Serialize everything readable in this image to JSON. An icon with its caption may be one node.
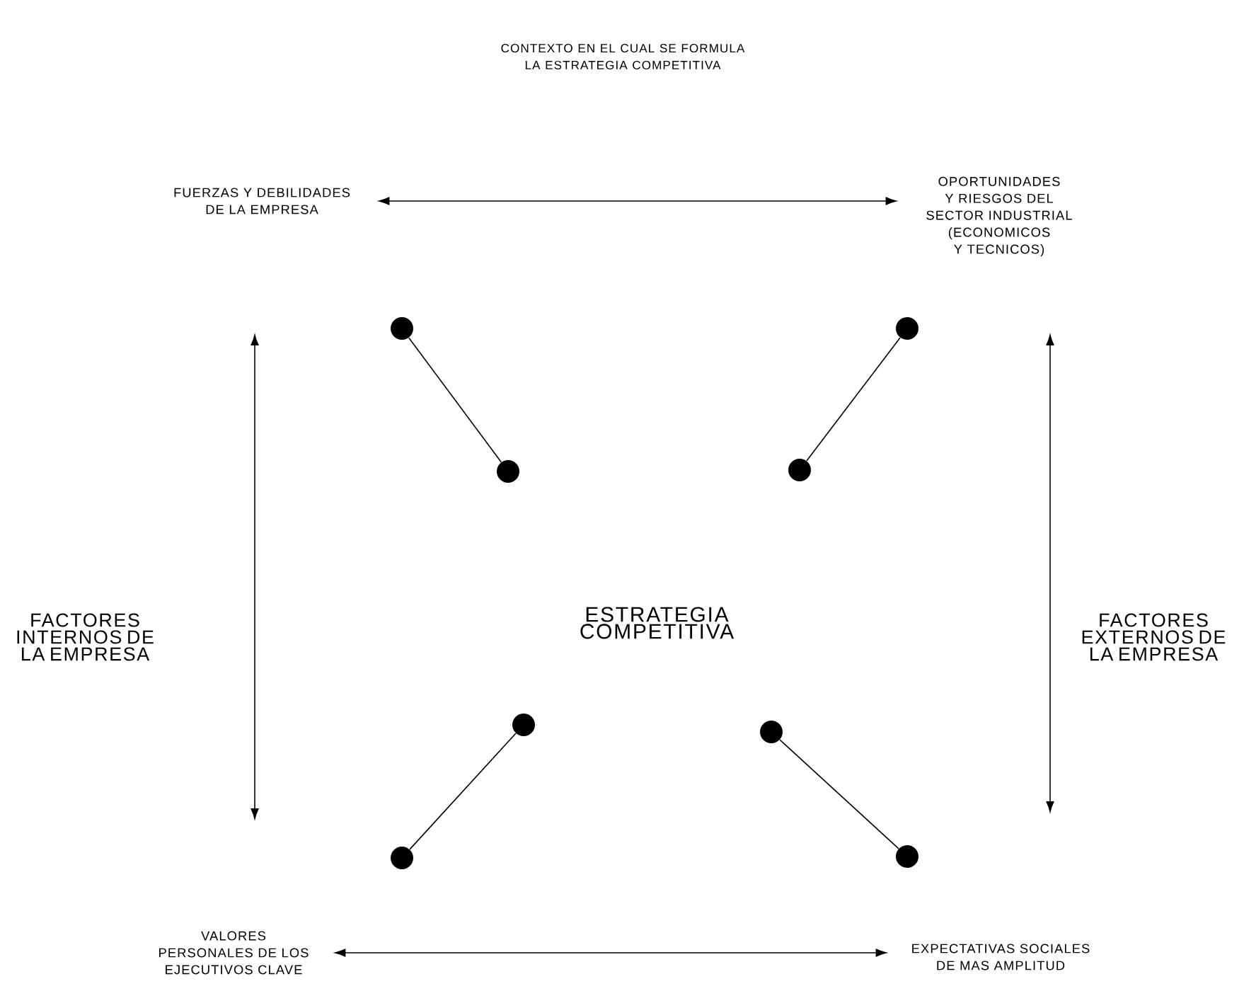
{
  "diagram": {
    "title": "CONTEXTO EN EL CUAL SE FORMULA LA ESTRATEGIA COMPETITIVA",
    "nodes": [
      {
        "text": [
          "FUERZAS Y DEBILIDADES DE LA EMPRESA"
        ]
      },
      {
        "text": [
          "OPORTUNIDADES Y RIESGOS DEL SECTOR INDUSTRIAL (ECONOMICOS Y TECNICOS)"
        ]
      },
      {
        "text": [
          "VALORES PERSONALES DE LOS EJECUTIVOS CLAVE"
        ]
      },
      {
        "text": [
          "EXPECTATIVAS SOCIALES DE MAS AMPLITUD"
        ]
      },
      {
        "text": [],
        "shape": "circle"
      },
      {
        "text": [],
        "shape": "circle"
      },
      {
        "text": [],
        "shape": "circle"
      },
      {
        "text": [],
        "shape": "circle"
      },
      {
        "text": [],
        "shape": "circle"
      },
      {
        "text": [],
        "shape": "circle"
      },
      {
        "text": [],
        "shape": "circle"
      },
      {
        "text": [],
        "shape": "circle"
      }
    ],
    "edges": [
      {
        "from": 0,
        "to": 1,
        "arrow": "both"
      },
      {
        "from": 2,
        "to": 3,
        "arrow": "both"
      },
      {
        "from": 4,
        "to": 6,
        "arrow": "none"
      },
      {
        "from": 5,
        "to": 7,
        "arrow": "none"
      },
      {
        "from": 8,
        "to": 10,
        "arrow": "none"
      },
      {
        "from": 9,
        "to": 11,
        "arrow": "none"
      }
    ],
    "labels": [
      "FACTORES INTERNOS DE LA EMPRESA",
      "ESTRATEGIA COMPETITIVA",
      "FACTORES EXTERNOS DE LA EMPRESA"
    ]
  }
}
